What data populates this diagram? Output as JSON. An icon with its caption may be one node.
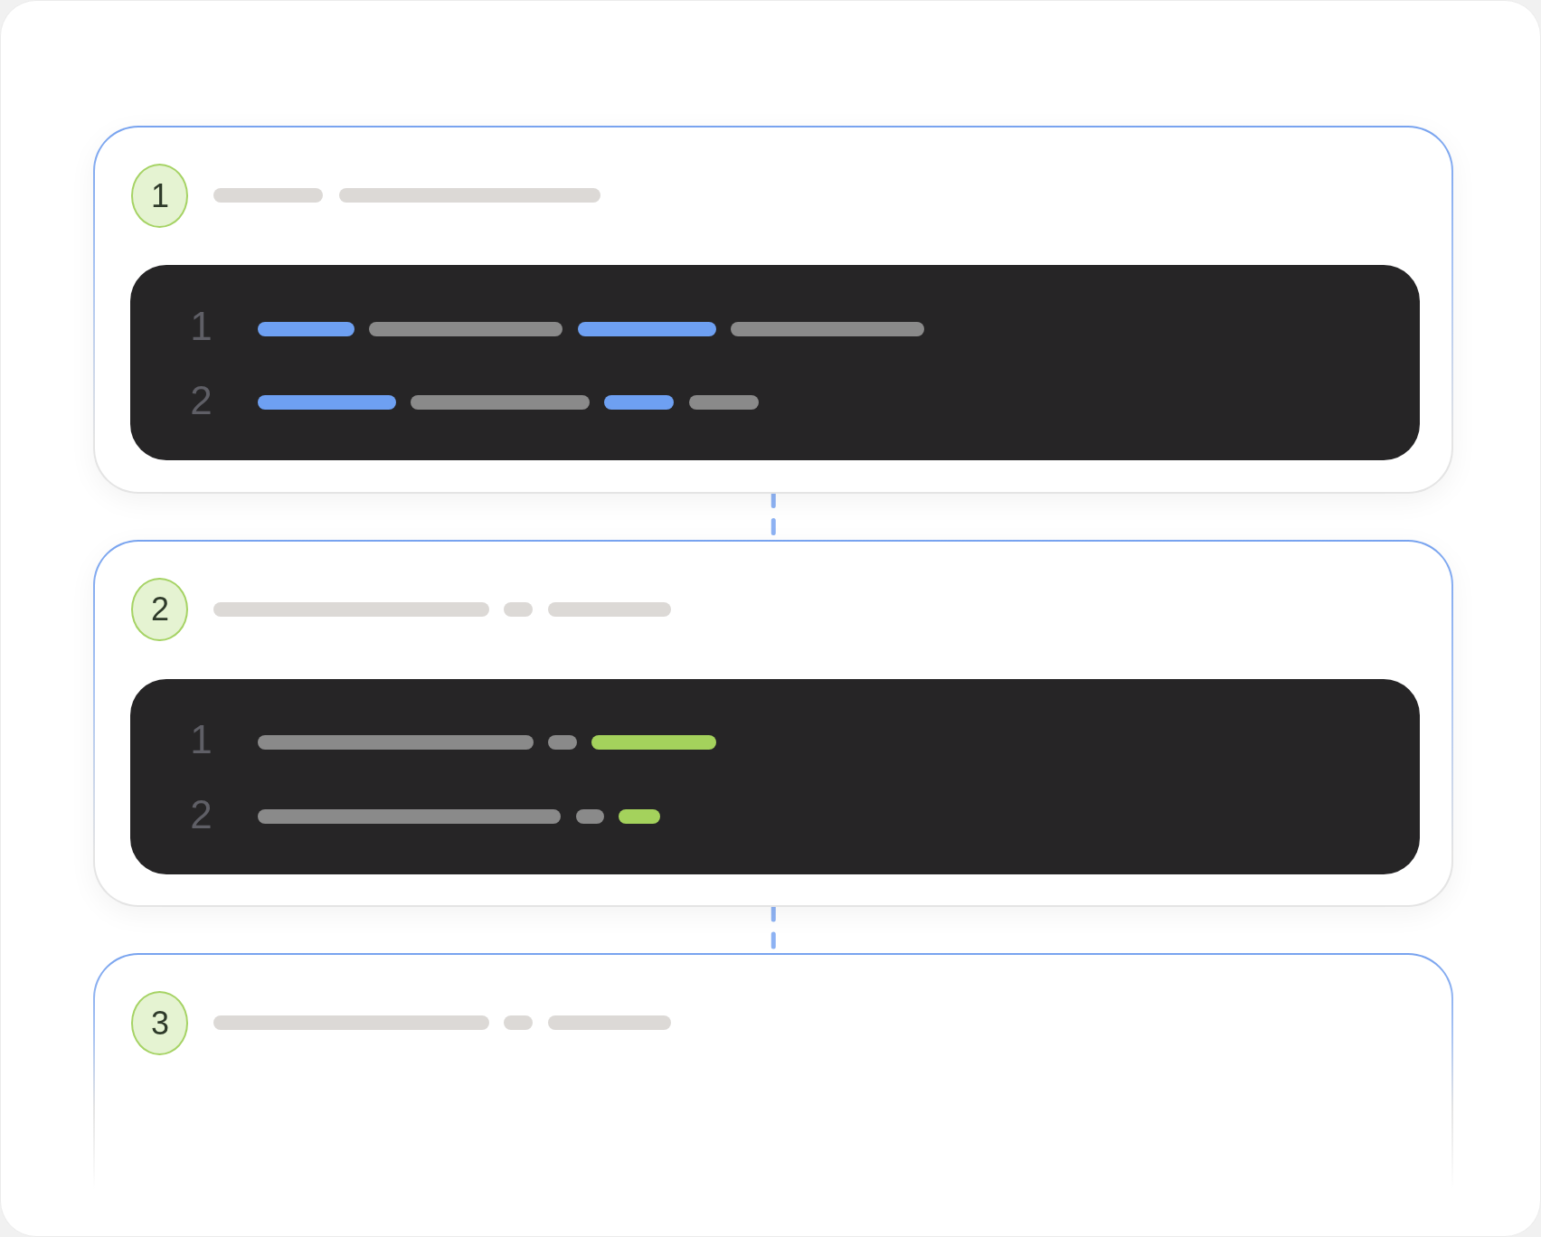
{
  "diagram": {
    "nodes": [
      {
        "text": [],
        "shape": "box"
      },
      {
        "text": [
          "1"
        ],
        "in": 0
      },
      {
        "text": [
          "1",
          "2"
        ],
        "in": 0
      },
      {
        "text": [],
        "shape": "box"
      },
      {
        "text": [
          "2"
        ],
        "in": 3
      },
      {
        "text": [
          "1",
          "2"
        ],
        "in": 3
      },
      {
        "text": [],
        "shape": "box"
      },
      {
        "text": [
          "3"
        ],
        "in": 6
      }
    ],
    "edges": [
      {
        "from": 0,
        "to": 3,
        "arrow": "none",
        "style": "dashed"
      },
      {
        "from": 3,
        "to": 6,
        "arrow": "none",
        "style": "dashed"
      }
    ]
  }
}
